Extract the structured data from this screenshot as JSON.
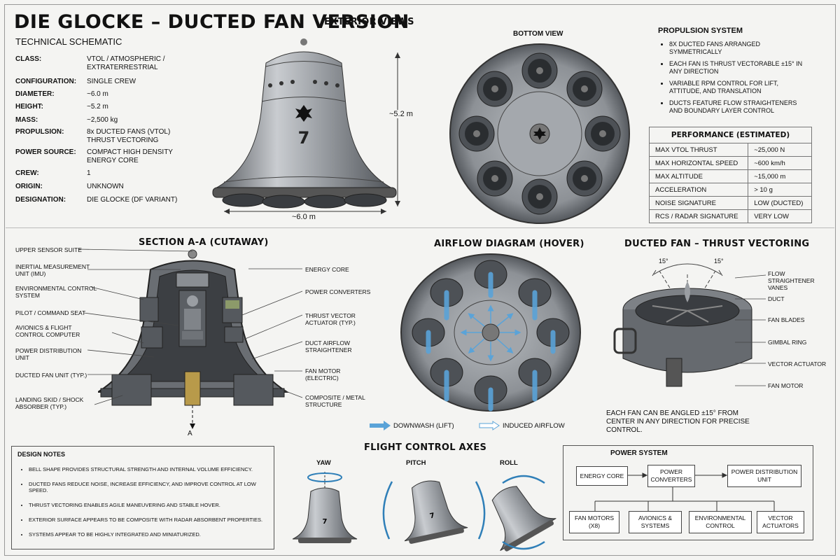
{
  "title": "DIE GLOCKE – DUCTED FAN VERSION",
  "subtitle": "TECHNICAL SCHEMATIC",
  "specs": [
    {
      "k": "CLASS:",
      "v": "VTOL / ATMOSPHERIC / EXTRATERRESTRIAL"
    },
    {
      "k": "CONFIGURATION:",
      "v": "SINGLE CREW"
    },
    {
      "k": "DIAMETER:",
      "v": "~6.0 m"
    },
    {
      "k": "HEIGHT:",
      "v": "~5.2 m"
    },
    {
      "k": "MASS:",
      "v": "~2,500 kg"
    },
    {
      "k": "PROPULSION:",
      "v": "8x DUCTED FANS (VTOL) THRUST VECTORING"
    },
    {
      "k": "POWER SOURCE:",
      "v": "COMPACT HIGH DENSITY ENERGY CORE"
    },
    {
      "k": "CREW:",
      "v": "1"
    },
    {
      "k": "ORIGIN:",
      "v": "UNKNOWN"
    },
    {
      "k": "DESIGNATION:",
      "v": "DIE GLOCKE (DF VARIANT)"
    }
  ],
  "exterior": {
    "title": "EXTERIOR VIEWS",
    "height": "~5.2 m",
    "diameter": "~6.0 m",
    "hull_number": "7"
  },
  "bottom_view": {
    "title": "BOTTOM VIEW"
  },
  "propulsion": {
    "title": "PROPULSION SYSTEM",
    "items": [
      "8x DUCTED FANS ARRANGED SYMMETRICALLY",
      "EACH FAN IS THRUST VECTORABLE ±15° IN ANY DIRECTION",
      "VARIABLE RPM CONTROL FOR LIFT, ATTITUDE, AND TRANSLATION",
      "DUCTS FEATURE FLOW STRAIGHTENERS AND BOUNDARY LAYER CONTROL"
    ]
  },
  "performance": {
    "title": "PERFORMANCE (ESTIMATED)",
    "rows": [
      [
        "MAX VTOL THRUST",
        "~25,000 N"
      ],
      [
        "MAX HORIZONTAL SPEED",
        "~600 km/h"
      ],
      [
        "MAX ALTITUDE",
        "~15,000 m"
      ],
      [
        "ACCELERATION",
        "> 10 g"
      ],
      [
        "NOISE SIGNATURE",
        "LOW (DUCTED)"
      ],
      [
        "RCS / RADAR SIGNATURE",
        "VERY LOW"
      ]
    ]
  },
  "section": {
    "title": "SECTION A-A (CUTAWAY)",
    "marker": "A",
    "left_labels": [
      "UPPER SENSOR SUITE",
      "INERTIAL MEASUREMENT UNIT (IMU)",
      "ENVIRONMENTAL CONTROL SYSTEM",
      "PILOT / COMMAND SEAT",
      "AVIONICS & FLIGHT CONTROL COMPUTER",
      "POWER DISTRIBUTION UNIT",
      "DUCTED FAN UNIT (TYP.)",
      "LANDING SKID / SHOCK ABSORBER (TYP.)"
    ],
    "right_labels": [
      "ENERGY CORE",
      "POWER CONVERTERS",
      "THRUST VECTOR ACTUATOR (TYP.)",
      "DUCT AIRFLOW STRAIGHTENER",
      "FAN MOTOR (ELECTRIC)",
      "COMPOSITE / METAL STRUCTURE"
    ]
  },
  "airflow": {
    "title": "AIRFLOW DIAGRAM (HOVER)",
    "legend_downwash": "DOWNWASH (LIFT)",
    "legend_induced": "INDUCED AIRFLOW"
  },
  "vectoring": {
    "title": "DUCTED FAN – THRUST VECTORING",
    "angle_left": "15°",
    "angle_right": "15°",
    "labels": [
      "FLOW STRAIGHTENER VANES",
      "DUCT",
      "FAN BLADES",
      "GIMBAL RING",
      "VECTOR ACTUATOR",
      "FAN MOTOR"
    ],
    "caption": "EACH FAN CAN BE ANGLED ±15° FROM CENTER IN ANY DIRECTION FOR PRECISE CONTROL."
  },
  "design_notes": {
    "title": "DESIGN NOTES",
    "items": [
      "BELL SHAPE PROVIDES STRUCTURAL STRENGTH AND INTERNAL VOLUME EFFICIENCY.",
      "DUCTED FANS REDUCE NOISE, INCREASE EFFICIENCY, AND IMPROVE CONTROL AT LOW SPEED.",
      "THRUST VECTORING ENABLES AGILE MANEUVERING AND STABLE HOVER.",
      "EXTERIOR SURFACE APPEARS TO BE COMPOSITE WITH RADAR ABSORBENT PROPERTIES.",
      "SYSTEMS APPEAR TO BE HIGHLY INTEGRATED AND MINIATURIZED."
    ]
  },
  "flight_axes": {
    "title": "FLIGHT CONTROL AXES",
    "yaw": "YAW",
    "pitch": "PITCH",
    "roll": "ROLL"
  },
  "power_system": {
    "title": "POWER SYSTEM",
    "energy_core": "ENERGY CORE",
    "converters": "POWER CONVERTERS",
    "distribution": "POWER DISTRIBUTION UNIT",
    "outputs": [
      "FAN MOTORS (x8)",
      "AVIONICS & SYSTEMS",
      "ENVIRONMENTAL CONTROL",
      "VECTOR ACTUATORS"
    ]
  },
  "colors": {
    "metal": "#8c9095",
    "metal_dark": "#4a4e53",
    "airflow": "#5aa3d8",
    "arrow": "#2f7fb8"
  }
}
